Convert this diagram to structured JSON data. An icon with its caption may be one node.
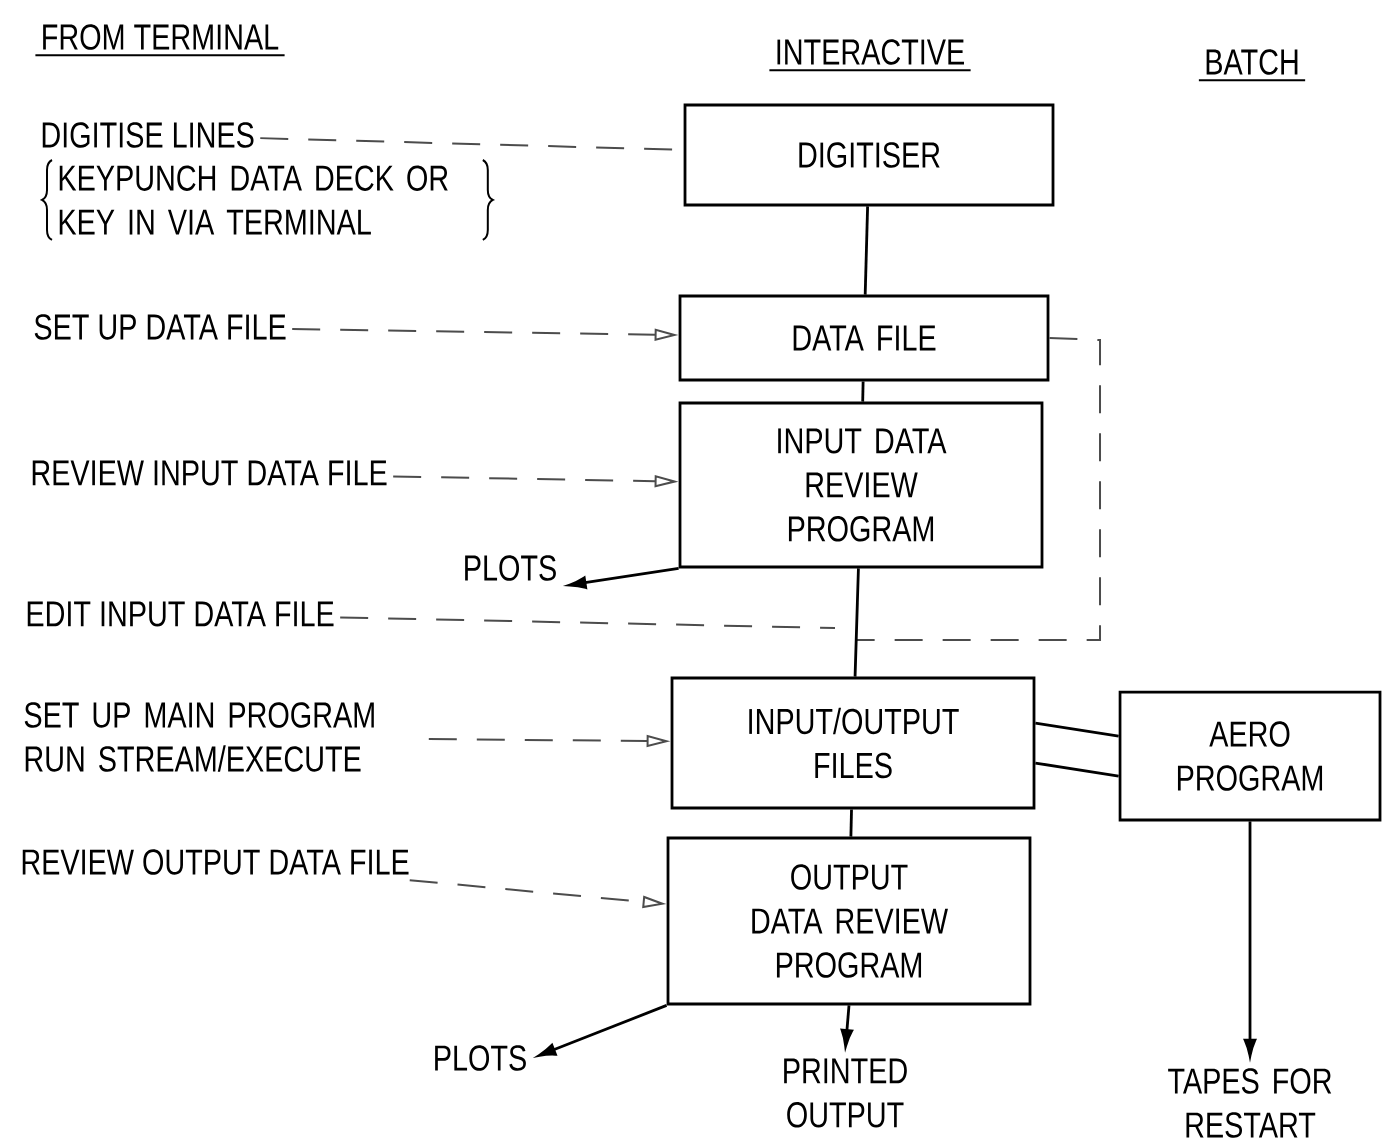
{
  "diagram": {
    "nodes": [
      {
        "text": [
          "DIGITISER"
        ]
      },
      {
        "text": [
          "DATA FILE"
        ]
      },
      {
        "text": [
          "INPUT DATA REVIEW PROGRAM"
        ]
      },
      {
        "text": [
          "INPUT/OUTPUT FILES"
        ]
      },
      {
        "text": [
          "AERO PROGRAM"
        ]
      },
      {
        "text": [
          "OUTPUT DATA REVIEW PROGRAM"
        ]
      },
      {
        "text": [
          "DIGITISE LINES"
        ]
      },
      {
        "text": [
          "SET UP DATA FILE"
        ]
      },
      {
        "text": [
          "REVIEW INPUT DATA FILE"
        ]
      },
      {
        "text": [
          "EDIT INPUT DATA FILE"
        ]
      },
      {
        "text": [
          "SET UP MAIN PROGRAM RUN STREAM/EXECUTE"
        ]
      },
      {
        "text": [
          "REVIEW OUTPUT DATA FILE"
        ]
      },
      {
        "text": [
          "PLOTS"
        ]
      },
      {
        "text": [
          "PLOTS"
        ]
      },
      {
        "text": [
          "PRINTED OUTPUT"
        ]
      },
      {
        "text": [
          "TAPES FOR RESTART"
        ]
      }
    ],
    "edges": [
      {
        "from": 6,
        "to": 0,
        "arrow": "none",
        "style": "dashed"
      },
      {
        "from": 0,
        "to": 1,
        "arrow": "none"
      },
      {
        "from": 7,
        "to": 1,
        "arrow": "to",
        "style": "dashed"
      },
      {
        "from": 1,
        "to": 2,
        "arrow": "none"
      },
      {
        "from": 8,
        "to": 2,
        "arrow": "to",
        "style": "dashed"
      },
      {
        "from": 2,
        "to": 12,
        "arrow": "to"
      },
      {
        "from": 9,
        "to": null,
        "arrow": "none",
        "style": "dashed"
      },
      {
        "from": 1,
        "to": null,
        "arrow": "none",
        "style": "dashed"
      },
      {
        "from": 2,
        "to": 3,
        "arrow": "none"
      },
      {
        "from": 10,
        "to": 3,
        "arrow": "to",
        "style": "dashed"
      },
      {
        "from": 3,
        "to": 4,
        "arrow": "none"
      },
      {
        "from": 3,
        "to": 4,
        "arrow": "none"
      },
      {
        "from": 3,
        "to": 5,
        "arrow": "none"
      },
      {
        "from": 11,
        "to": 5,
        "arrow": "to",
        "style": "dashed"
      },
      {
        "from": 5,
        "to": 13,
        "arrow": "to"
      },
      {
        "from": 5,
        "to": 14,
        "arrow": "to"
      },
      {
        "from": 4,
        "to": 15,
        "arrow": "to"
      }
    ],
    "labels": [
      "FROM TERMINAL",
      "INTERACTIVE",
      "BATCH",
      "KEYPUNCH DATA DECK OR KEY IN VIA TERMINAL"
    ]
  }
}
